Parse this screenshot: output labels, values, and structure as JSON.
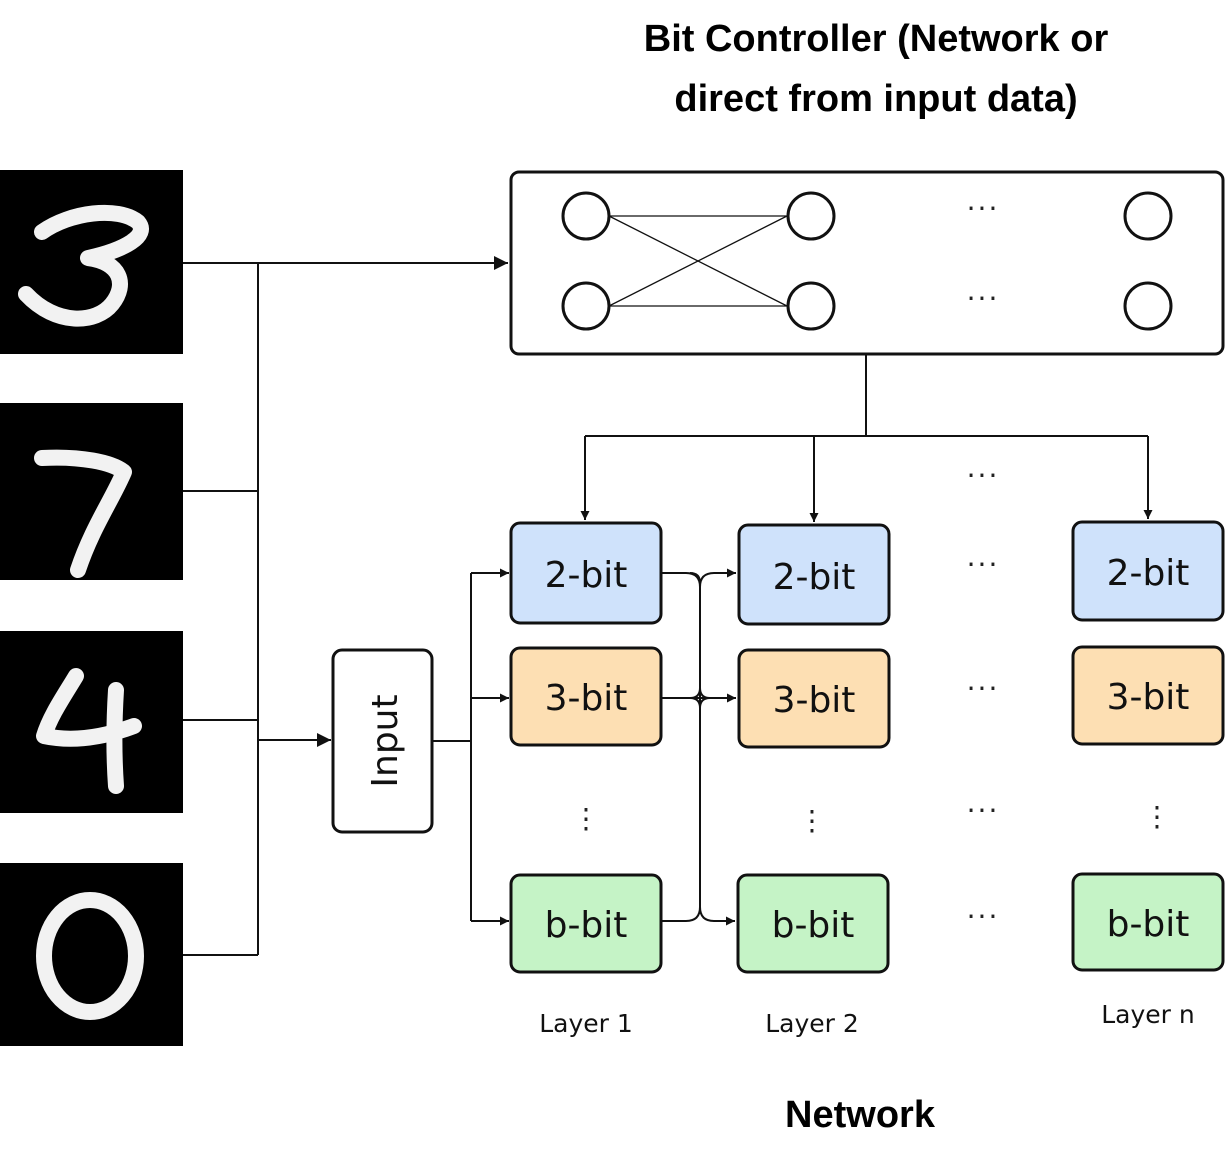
{
  "title_lines": [
    "Bit Controller (Network or",
    "direct from input data)"
  ],
  "input_label": "Input",
  "network_label": "Network",
  "bit_labels": [
    "2-bit",
    "3-bit",
    "b-bit"
  ],
  "layers": [
    {
      "label": "Layer 1",
      "boxes": [
        "2-bit",
        "3-bit",
        "b-bit"
      ]
    },
    {
      "label": "Layer 2",
      "boxes": [
        "2-bit",
        "3-bit",
        "b-bit"
      ]
    },
    {
      "label": "Layer n",
      "boxes": [
        "2-bit",
        "3-bit",
        "b-bit"
      ]
    }
  ],
  "ellipsis_h": "···",
  "ellipsis_v": "⋮",
  "colors": {
    "bit2_fill": "#cfe2fb",
    "bit3_fill": "#fddfb3",
    "bitb_fill": "#c5f3c6",
    "stroke": "#111111"
  },
  "digit_images": [
    "3",
    "7",
    "4",
    "0"
  ]
}
